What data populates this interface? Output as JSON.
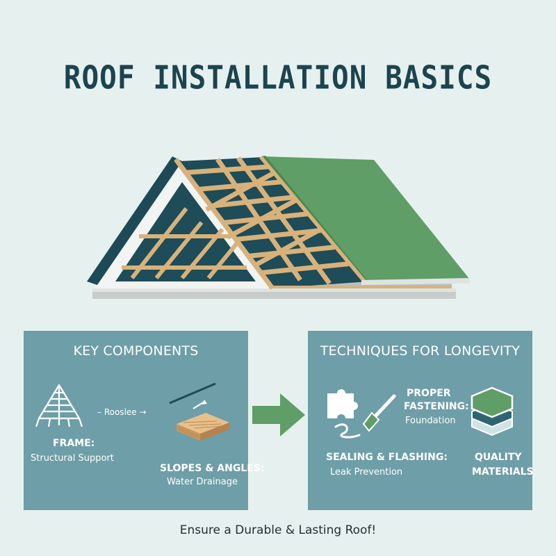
{
  "title": "ROOF INSTALLATION BASICS",
  "left_panel": {
    "heading": "KEY COMPONENTS",
    "flow_text": "Rooslee",
    "frame_label": "FRAME:",
    "frame_desc": "Structural Support",
    "slopes_label": "SLOPES & ANGLES:",
    "slopes_desc": "Water Drainage",
    "icons": [
      "frame-icon",
      "lumber-icon"
    ]
  },
  "right_panel": {
    "heading": "TECHNIQUES FOR LONGEVITY",
    "fastening_line1": "PROPER",
    "fastening_line2": "FASTENING:",
    "fastening_desc": "Foundation",
    "sealing_label": "SEALING & FLASHING:",
    "sealing_desc": "Leak Prevention",
    "quality_line1": "QUALITY",
    "quality_line2": "MATERIALS",
    "icons": [
      "puzzle-icon",
      "brush-icon",
      "layers-icon"
    ]
  },
  "footer": "Ensure a Durable & Lasting Roof!",
  "colors": {
    "background": "#e6f1ef",
    "panel": "#6e9ea8",
    "title": "#1c4450",
    "roof_green": "#5f9e66",
    "roof_dark": "#1d4a56",
    "wood": "#d8b27a",
    "arrow": "#5f9e66"
  }
}
